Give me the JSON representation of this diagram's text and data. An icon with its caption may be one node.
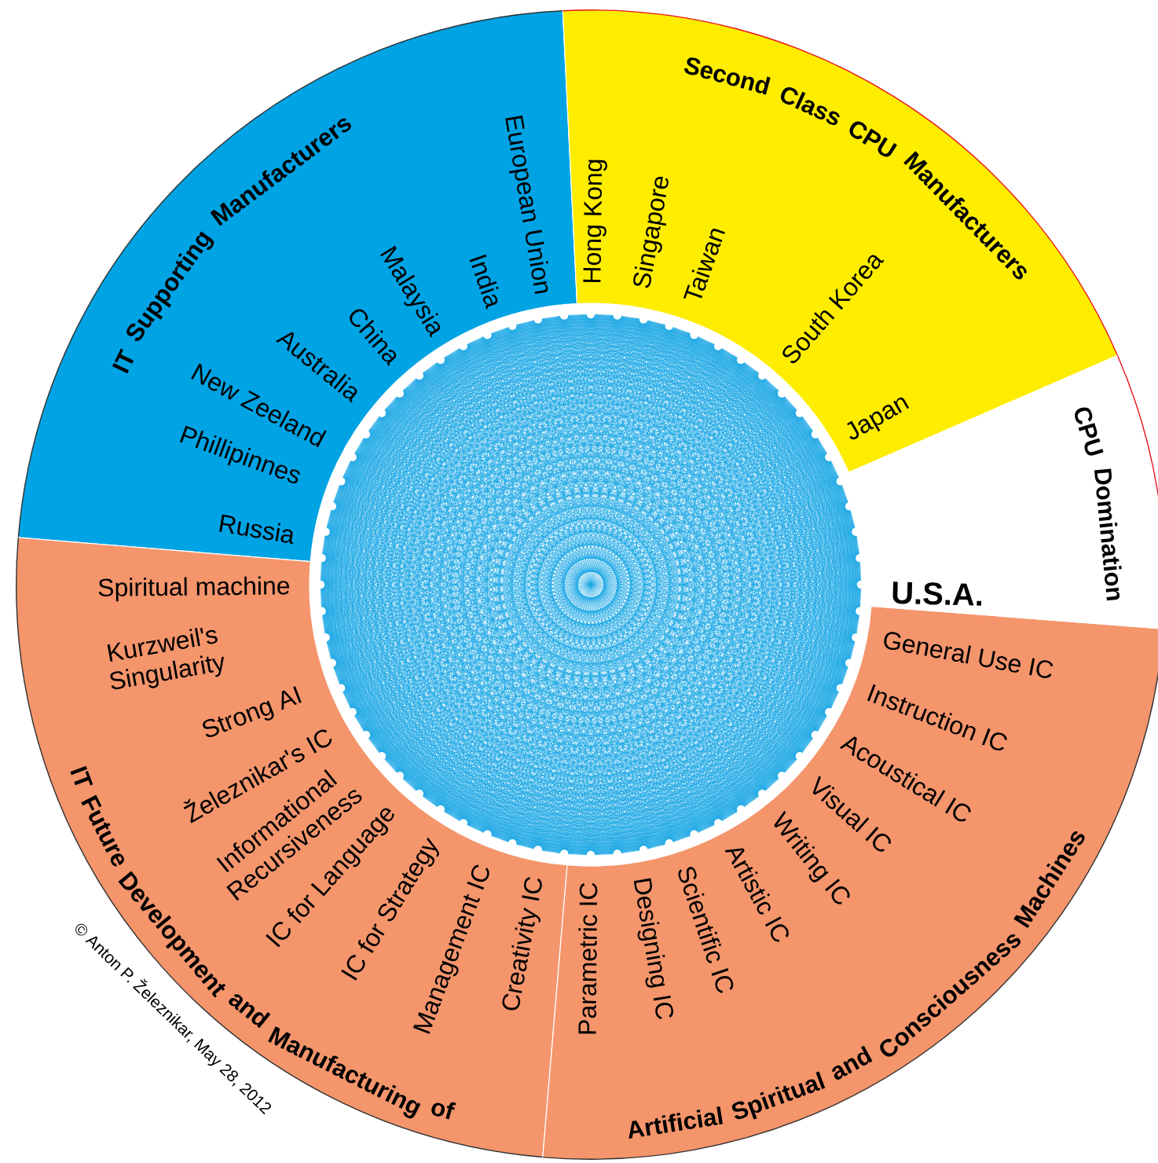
{
  "diagram": {
    "nodes": [
      {
        "text": [
          "IT Supporting Manufacturers",
          "European Union",
          "India",
          "Malaysia",
          "China",
          "Australia",
          "New Zeeland",
          "Phillipinnes",
          "Russia"
        ]
      },
      {
        "text": [
          "Second Class CPU Manufacturers",
          "Hong Kong",
          "Singapore",
          "Taiwan",
          "South Korea",
          "Japan"
        ]
      },
      {
        "text": [
          "CPU Domination",
          "U.S.A."
        ]
      },
      {
        "text": [
          "Spiritual machine",
          "Kurzweil's Singularity",
          "Strong AI",
          "Železnikar's IC",
          "Informational Recursiveness",
          "IC for Language",
          "IC for Strategy",
          "Management IC",
          "Creativity IC",
          "IT Future Development and Manufacturing of"
        ]
      },
      {
        "text": [
          "General Use IC",
          "Instruction IC",
          "Acoustical IC",
          "Visual IC",
          "Writing IC",
          "Artistic IC",
          "Scientific IC",
          "Designing IC",
          "Parametric IC",
          "Artificial Spiritual and Consciousness Machines"
        ]
      }
    ],
    "labels": [
      "© Anton P. Železnikar, May 28, 2012"
    ]
  }
}
